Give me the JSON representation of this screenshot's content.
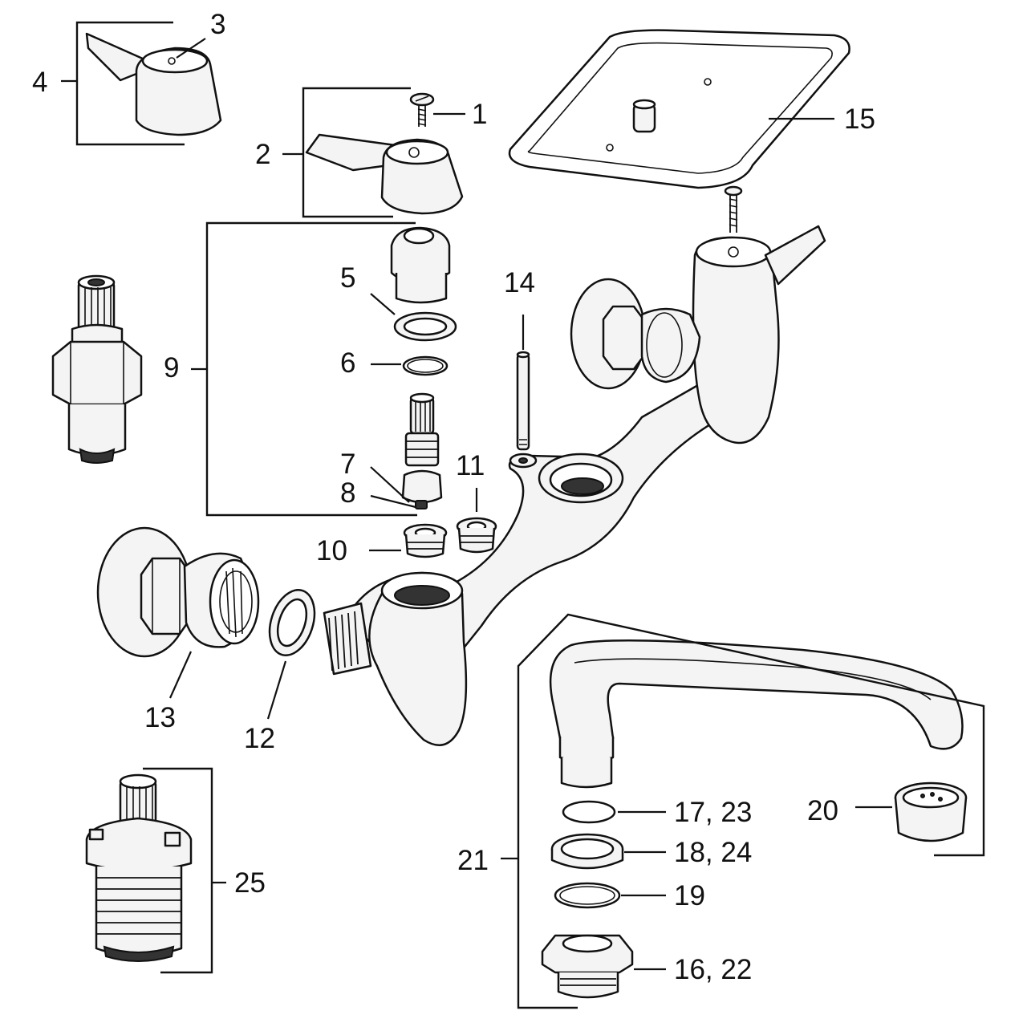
{
  "callouts": {
    "c1": "1",
    "c2": "2",
    "c3": "3",
    "c4": "4",
    "c5": "5",
    "c6": "6",
    "c7": "7",
    "c8": "8",
    "c9": "9",
    "c10": "10",
    "c11": "11",
    "c12": "12",
    "c13": "13",
    "c14": "14",
    "c15": "15",
    "c16_22": "16, 22",
    "c17_23": "17, 23",
    "c18_24": "18, 24",
    "c19": "19",
    "c20": "20",
    "c21": "21",
    "c25": "25"
  }
}
